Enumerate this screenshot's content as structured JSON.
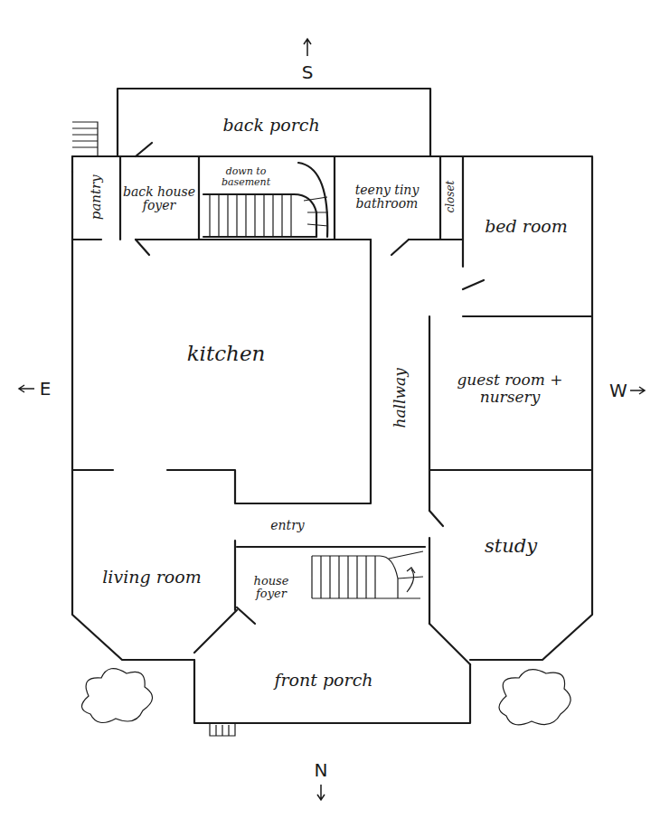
{
  "diagram": {
    "nodes": [
      {
        "text": [
          "back porch"
        ]
      },
      {
        "text": [
          "pantry"
        ]
      },
      {
        "text": [
          "back house foyer"
        ]
      },
      {
        "text": [
          "down to basement"
        ]
      },
      {
        "text": [
          "teeny tiny bathroom"
        ]
      },
      {
        "text": [
          "closet"
        ]
      },
      {
        "text": [
          "bed room"
        ]
      },
      {
        "text": [
          "kitchen"
        ]
      },
      {
        "text": [
          "hallway"
        ]
      },
      {
        "text": [
          "guest room + nursery"
        ]
      },
      {
        "text": [
          "living room"
        ]
      },
      {
        "text": [
          "house foyer"
        ]
      },
      {
        "text": [
          "study"
        ]
      },
      {
        "text": [
          "front porch"
        ]
      }
    ],
    "labels": [
      "S",
      "E",
      "W",
      "entry",
      "N"
    ]
  }
}
